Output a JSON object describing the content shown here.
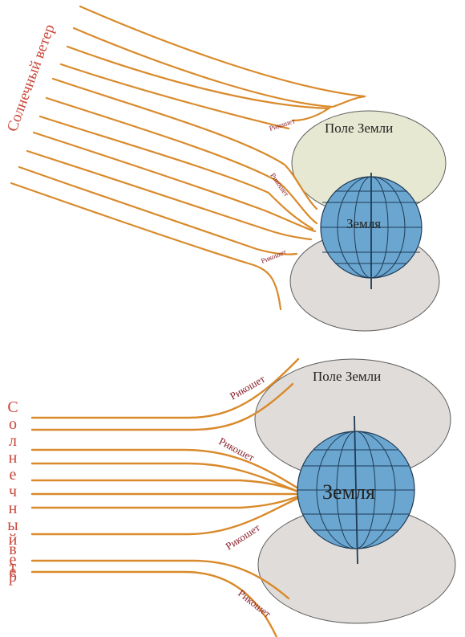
{
  "colors": {
    "wind_line": "#d98a2b",
    "ricochet_text": "#8a1f2a",
    "solar_text": "#c9463a",
    "field_top_1": "#e7e8d2",
    "field_2": "#dfdcd9",
    "field_stroke": "#5d5d5d",
    "earth_fill": "#6aa6cf",
    "earth_stroke": "#1f3b57",
    "dark_text": "#222222"
  },
  "diagram_top": {
    "solar_wind_label": "Солнечный ветер",
    "field_label": "Поле Земли",
    "earth_label": "Земля",
    "ricochet_labels": [
      "Рикошет",
      "Рикошет",
      "Рикошет"
    ]
  },
  "diagram_bottom": {
    "solar_wind_letters": [
      "С",
      "о",
      "л",
      "н",
      "е",
      "ч",
      "н",
      "ы",
      "й",
      "",
      "в",
      "е",
      "т",
      "е",
      "р"
    ],
    "field_label": "Поле Земли",
    "earth_label": "Земля",
    "ricochet_labels": [
      "Рикошет",
      "Рикошет",
      "Рикошет",
      "Рикошет"
    ]
  }
}
